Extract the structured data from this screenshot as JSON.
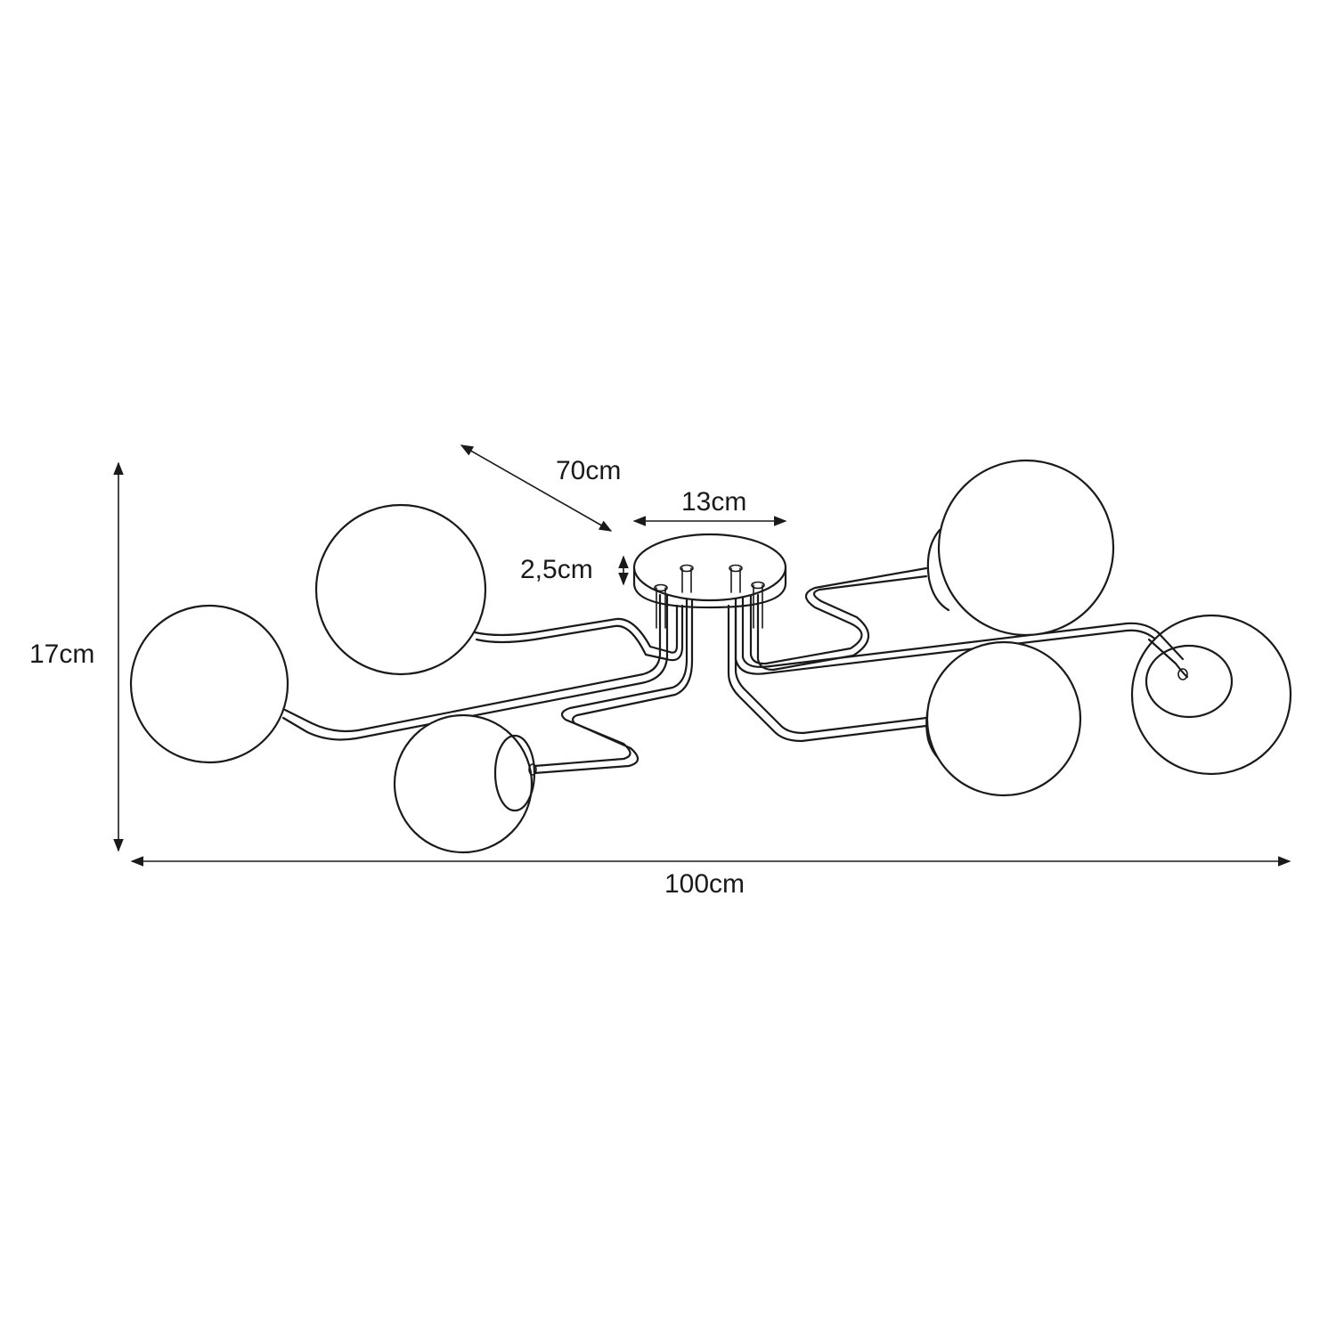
{
  "dimensions": {
    "width_label": "100cm",
    "height_label": "17cm",
    "depth_label": "70cm",
    "canopy_diameter_label": "13cm",
    "canopy_height_label": "2,5cm"
  },
  "colors": {
    "line": "#1a1a1a",
    "background": "#ffffff"
  }
}
